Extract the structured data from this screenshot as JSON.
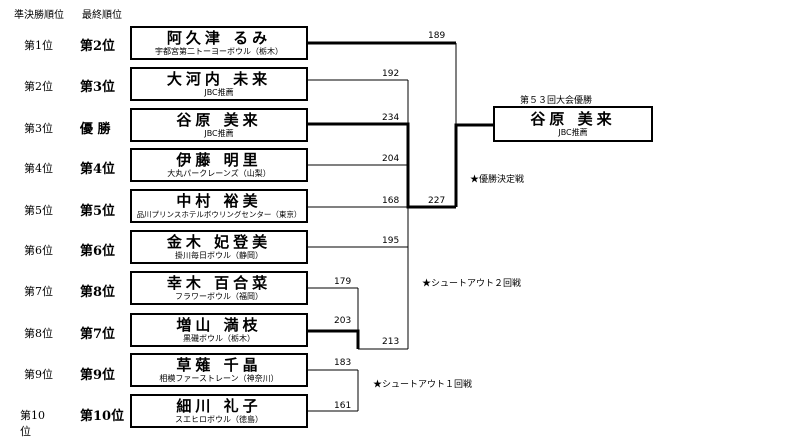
{
  "headers": {
    "seed": "準決勝順位",
    "final": "最終順位"
  },
  "rows": [
    {
      "seed": "第1位",
      "final": "第2位",
      "name": "阿久津 るみ",
      "center": "宇都宮第二トーヨーボウル（栃木）"
    },
    {
      "seed": "第2位",
      "final": "第3位",
      "name": "大河内 未来",
      "center": "JBC推薦"
    },
    {
      "seed": "第3位",
      "final": "優 勝",
      "name": "谷原 美来",
      "center": "JBC推薦"
    },
    {
      "seed": "第4位",
      "final": "第4位",
      "name": "伊藤 明里",
      "center": "大丸パークレーンズ（山梨）"
    },
    {
      "seed": "第5位",
      "final": "第5位",
      "name": "中村 裕美",
      "center": "品川プリンスホテルボウリングセンター（東京）"
    },
    {
      "seed": "第6位",
      "final": "第6位",
      "name": "金木 妃登美",
      "center": "掛川毎日ボウル（静岡）"
    },
    {
      "seed": "第7位",
      "final": "第8位",
      "name": "幸木 百合菜",
      "center": "フラワーボウル（福岡）"
    },
    {
      "seed": "第8位",
      "final": "第7位",
      "name": "増山 満枝",
      "center": "黒磯ボウル（栃木）"
    },
    {
      "seed": "第9位",
      "final": "第9位",
      "name": "草薙 千晶",
      "center": "相模ファーストレーン（神奈川）"
    },
    {
      "seed": "第10位",
      "final": "第10位",
      "name": "細川 礼子",
      "center": "スエヒロボウル（徳島）"
    }
  ],
  "scores": {
    "r1_9": "183",
    "r1_10": "161",
    "r1_7": "179",
    "r1_8": "203",
    "r1_winner": "213",
    "r2_2": "192",
    "r2_3": "234",
    "r2_4": "204",
    "r2_5": "168",
    "r2_6": "195",
    "r2_winner": "227",
    "final_1": "189"
  },
  "champion": {
    "label": "第５３回大会優勝",
    "name": "谷原 美来",
    "center": "JBC推薦"
  },
  "notes": {
    "final_match": "★優勝決定戦",
    "shootout2": "★シュートアウト２回戦",
    "shootout1": "★シュートアウト１回戦"
  }
}
